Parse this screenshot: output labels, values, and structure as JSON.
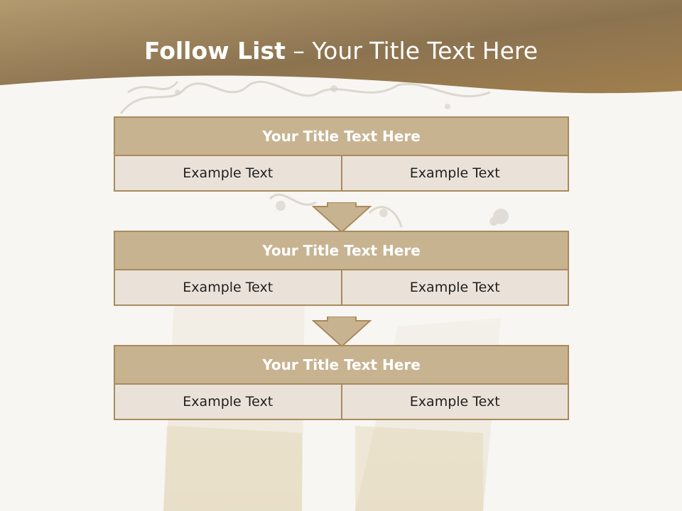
{
  "slide": {
    "title_bold": "Follow List",
    "title_rest": " – Your Title Text Here"
  },
  "blocks": [
    {
      "title": "Your Title Text Here",
      "left": "Example Text",
      "right": "Example Text"
    },
    {
      "title": "Your Title Text Here",
      "left": "Example Text",
      "right": "Example Text"
    },
    {
      "title": "Your Title Text Here",
      "left": "Example Text",
      "right": "Example Text"
    }
  ],
  "colors": {
    "header": "#9b7d4e",
    "block_title_fill": "#c8b391",
    "block_cell_fill": "#eae2d8",
    "border": "#a98a5c"
  }
}
